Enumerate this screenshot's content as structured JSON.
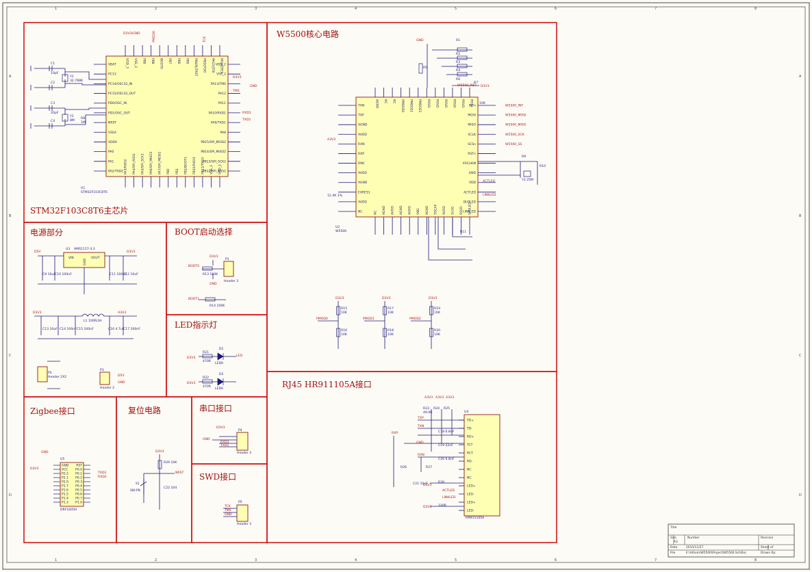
{
  "grid": {
    "columns": [
      "1",
      "2",
      "3",
      "4",
      "5",
      "6",
      "7",
      "8"
    ],
    "rows": [
      "A",
      "B",
      "C",
      "D"
    ]
  },
  "sections": {
    "mcu": "STM32F103C8T6主芯片",
    "w5500": "W5500核心电路",
    "power": "电源部分",
    "boot": "BOOT启动选择",
    "led": "LED指示灯",
    "rj45": "RJ45 HR911105A接口",
    "zigbee": "Zigbee接口",
    "reset": "复位电路",
    "uart": "串口接口",
    "swd": "SWD接口"
  },
  "mcu": {
    "ref": "U1",
    "value": "STM32F103C8T6",
    "left_pins": [
      "VBAT",
      "PC13",
      "PC14/OSC32_IN",
      "PC15/OSC32_OUT",
      "PD0/OSC_IN",
      "PD1/OSC_OUT",
      "NRST",
      "VSSA",
      "VDDA",
      "PA0",
      "PA1",
      "PA2/TXD2"
    ],
    "right_pins": [
      "VDD_2",
      "VSS_2",
      "PA13/TMS",
      "PA12",
      "PA11",
      "PA10/RXD1",
      "PA9/TXD1",
      "PA8",
      "PB15/SPI_MOSI2",
      "PB14/SPI_MISO2",
      "PB13/SPI_SCK2",
      "PB12/SPI_NSS2"
    ],
    "top_pins": [
      "VDD_3",
      "VSS_3",
      "PB9",
      "PB8",
      "BOOT0",
      "PB7",
      "PB6",
      "PB5",
      "PB4/NJTRST",
      "PB3/JTDO",
      "PA15/JTDI",
      "PA14/JTCK"
    ],
    "bottom_pins": [
      "PA3/RXD2",
      "PA4/SPI_NSS1",
      "PA5/SPI_SCK1",
      "PA6/SPI_MISO1",
      "PA7/SPI_MOSI1",
      "PB0",
      "PB1",
      "PB2/BOOT1",
      "PB10/RXD3",
      "PB11/TXD3",
      "VSS_1",
      "VDD_1"
    ],
    "nets_right": [
      "D3V3",
      "GND",
      "TMS",
      "RXD1",
      "TXD1"
    ],
    "nets_top": [
      "D3V3/GND",
      "PMOD0",
      "TCK"
    ],
    "passives": [
      "C1",
      "C2",
      "C3",
      "C4",
      "Y1",
      "Y2",
      "R8",
      "32.768K",
      "8M",
      "10pF",
      "20pF",
      "1M"
    ]
  },
  "w5500": {
    "ref": "U2",
    "value": "W5500",
    "left_pins": [
      "TXN",
      "TXP",
      "AGND",
      "AVDD",
      "RXN",
      "RXP",
      "DNC",
      "AVDD",
      "AGND",
      "EXRES1",
      "AVDD",
      "NC"
    ],
    "right_pins": [
      "INTn",
      "MOSI",
      "MISO",
      "SCLK",
      "SCSn",
      "RSTn",
      "XSCLKIN",
      "GND",
      "VDD",
      "ACTLED",
      "DUPLED",
      "LINKLED"
    ],
    "right_nets": [
      "W5500_INT",
      "W5500_MOSI",
      "W5500_MISO",
      "W5500_SCK",
      "W5500_SS"
    ],
    "top_pins": [
      "AGND",
      "NC",
      "NC",
      "PMODE0",
      "PMODE1",
      "PMODE2",
      "RSVD",
      "RSVD",
      "RSVD",
      "RSVD",
      "RSVD",
      "RSTn"
    ],
    "bottom_pins": [
      "NC",
      "AGND",
      "AVDD",
      "AGND",
      "AVDD",
      "VBG",
      "AGND",
      "TOCAP",
      "AVDD",
      "1V2O",
      "RSVD",
      "SPDLED"
    ],
    "nets": [
      "GND",
      "A3V3",
      "W5500_RST",
      "PMOD0",
      "PMOD1",
      "PMOD2",
      "ACTLED",
      "LINKLED",
      "D3V3"
    ],
    "resistor_labels": [
      "R1",
      "R2",
      "R3",
      "R4",
      "R5",
      "R6",
      "R7",
      "10K",
      "12.4K 1%",
      "R9",
      "R10",
      "R11"
    ],
    "crystal": "Y3 25M"
  },
  "power": {
    "ldo": "AMS1117-3.3",
    "ldo_ref": "U3",
    "ldo_pins": [
      "VIN",
      "VOUT",
      "GND"
    ],
    "nets": [
      "D5V",
      "D3V3",
      "A3V3",
      "GND"
    ],
    "inductor": "L1 100R/3A",
    "caps": [
      "C9 10uF",
      "C10 100nF",
      "C11 100nF",
      "C12 10uF",
      "C13 10uF",
      "C14 100nF",
      "C15 100nF",
      "C16 4.7uF",
      "C17 100nF"
    ],
    "header": "Header 2X2",
    "header2": "Header 2",
    "ref_p2": "P2",
    "ref_p3": "P3"
  },
  "boot": {
    "header": "Header 3",
    "nets": [
      "BOOT0",
      "BOOT1",
      "D3V3",
      "GND"
    ],
    "resistors": [
      "R13 100K",
      "R14 100K"
    ],
    "ref": "P1"
  },
  "led": {
    "d1": "D1",
    "d2": "D2",
    "r1": "R21",
    "r2": "R22",
    "value": "470R",
    "label": "LED",
    "part": "LED0",
    "net": "D3V3"
  },
  "pmod": {
    "nets": [
      "PMOD0",
      "PMOD1",
      "PMOD2"
    ],
    "resistors": [
      "R15",
      "R16",
      "R17",
      "R18",
      "R19",
      "R20"
    ],
    "value": "10K",
    "rail": "D3V3"
  },
  "rj45": {
    "ref": "U4",
    "value": "HR911105A",
    "pins": [
      "TD+",
      "TD-",
      "RD+",
      "TCT",
      "RCT",
      "RD-",
      "NC",
      "NC",
      "LED+",
      "LED-",
      "LED+",
      "LED-"
    ],
    "nets": [
      "TXP",
      "TXN",
      "RXP",
      "RXN",
      "A3V3",
      "GND",
      "D3V3",
      "ACTLED",
      "LINKLED"
    ],
    "passives": [
      "R23",
      "R24",
      "R25",
      "R26",
      "R27",
      "R28",
      "C18 6.8nF",
      "C19 22nF",
      "C20 6.8nF",
      "C21 10nF",
      "49.9R",
      "330R"
    ]
  },
  "zigbee": {
    "ref": "U5",
    "value": "DRF1605H",
    "left_pins": [
      "GND",
      "VCC",
      "P2.2",
      "P2.1",
      "P2.0",
      "P1.7",
      "P1.6",
      "P1.5",
      "P1.4",
      "P1.3"
    ],
    "right_pins": [
      "RST",
      "P0.0",
      "P0.1",
      "P0.2",
      "P0.3",
      "P0.4",
      "P0.5",
      "P0.6",
      "P0.7",
      "P1.0"
    ],
    "nets": [
      "GND",
      "D3V3",
      "TXD2",
      "RXD2"
    ]
  },
  "reset": {
    "switch": "S1",
    "switch_value": "SW-PB",
    "resistor": "R29 10K",
    "cap": "C22 104",
    "net": "NRST",
    "rail": "D3V3"
  },
  "uart": {
    "ref": "P4",
    "header": "Header 3",
    "nets": [
      "D3V3",
      "GND",
      "RXD1",
      "TXD1"
    ]
  },
  "swd": {
    "ref": "P5",
    "header": "Header 3",
    "nets": [
      "TCK",
      "TMS",
      "GND"
    ]
  },
  "title_block": {
    "title": "Title",
    "size_label": "Size",
    "size": "A3",
    "number_label": "Number",
    "revision_label": "Revision",
    "date_label": "Date",
    "date": "2015/11/27",
    "sheet_label": "Sheet    of",
    "file_label": "File",
    "file": "E:\\Altium\\W5500\\Project\\W5500.SchDoc",
    "drawn_label": "Drawn By:"
  }
}
